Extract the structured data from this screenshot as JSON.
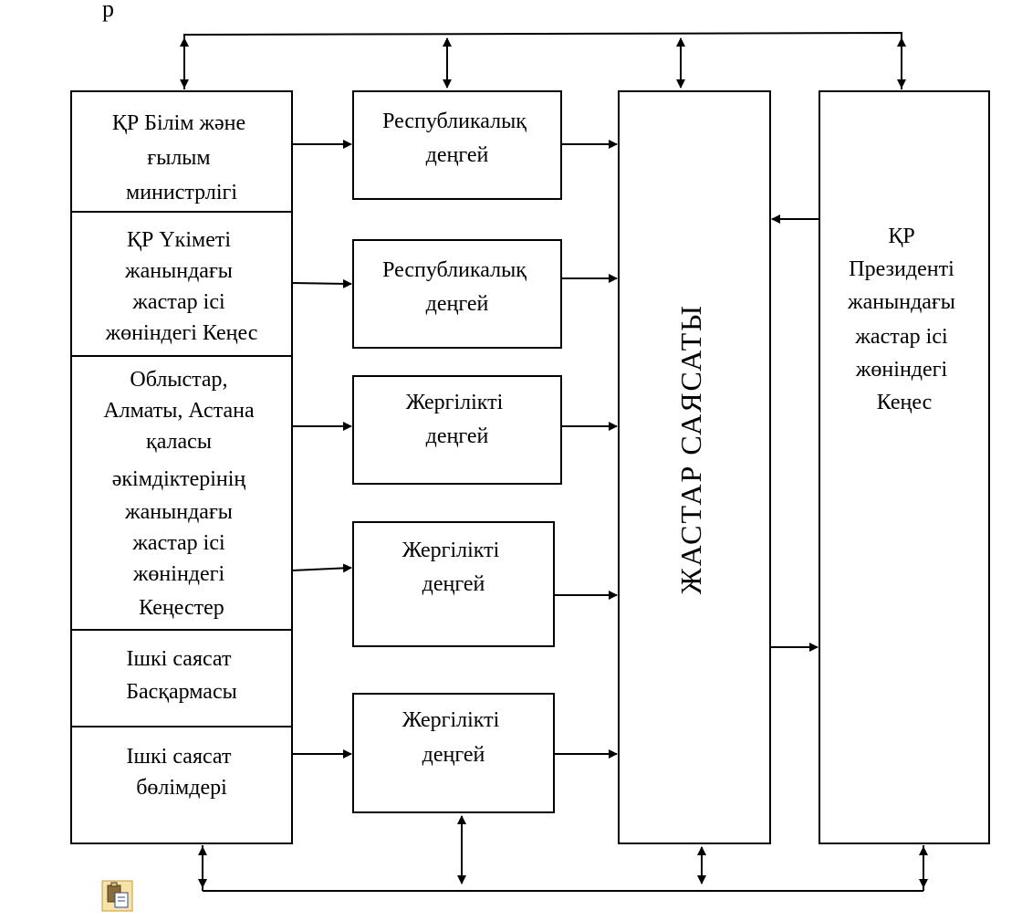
{
  "stray_char": "р",
  "left_column": [
    {
      "id": "ministry",
      "lines": [
        "ҚР Білім және",
        "ғылым",
        "министрлігі"
      ]
    },
    {
      "id": "gov-council",
      "lines": [
        "ҚР Үкіметі",
        "жанындағы",
        "жастар ісі",
        "жөніндегі Кеңес"
      ]
    },
    {
      "id": "regional-councils",
      "lines": [
        "Облыстар,",
        "Алматы, Астана",
        "қаласы",
        "әкімдіктерінің",
        "жанындағы",
        "жастар ісі",
        "жөніндегі",
        "Кеңестер"
      ]
    },
    {
      "id": "internal-policy-dept",
      "lines": [
        "Ішкі саясат",
        "Басқармасы"
      ]
    },
    {
      "id": "internal-policy-units",
      "lines": [
        "Ішкі саясат",
        "бөлімдері"
      ]
    }
  ],
  "levels": [
    {
      "id": "level-1",
      "lines": [
        "Республикалық",
        "деңгей"
      ]
    },
    {
      "id": "level-2",
      "lines": [
        "Республикалық",
        "деңгей"
      ]
    },
    {
      "id": "level-3",
      "lines": [
        "Жергілікті",
        "деңгей"
      ]
    },
    {
      "id": "level-4",
      "lines": [
        "Жергілікті",
        "деңгей"
      ]
    },
    {
      "id": "level-5",
      "lines": [
        "Жергілікті",
        "деңгей"
      ]
    }
  ],
  "center": {
    "label": "ЖАСТАР САЯСАТЫ"
  },
  "right": {
    "lines": [
      "ҚР",
      "Президенті",
      "жанындағы",
      "жастар ісі",
      "жөніндегі",
      "Кеңес"
    ]
  },
  "icon": "clipboard-paste-icon"
}
